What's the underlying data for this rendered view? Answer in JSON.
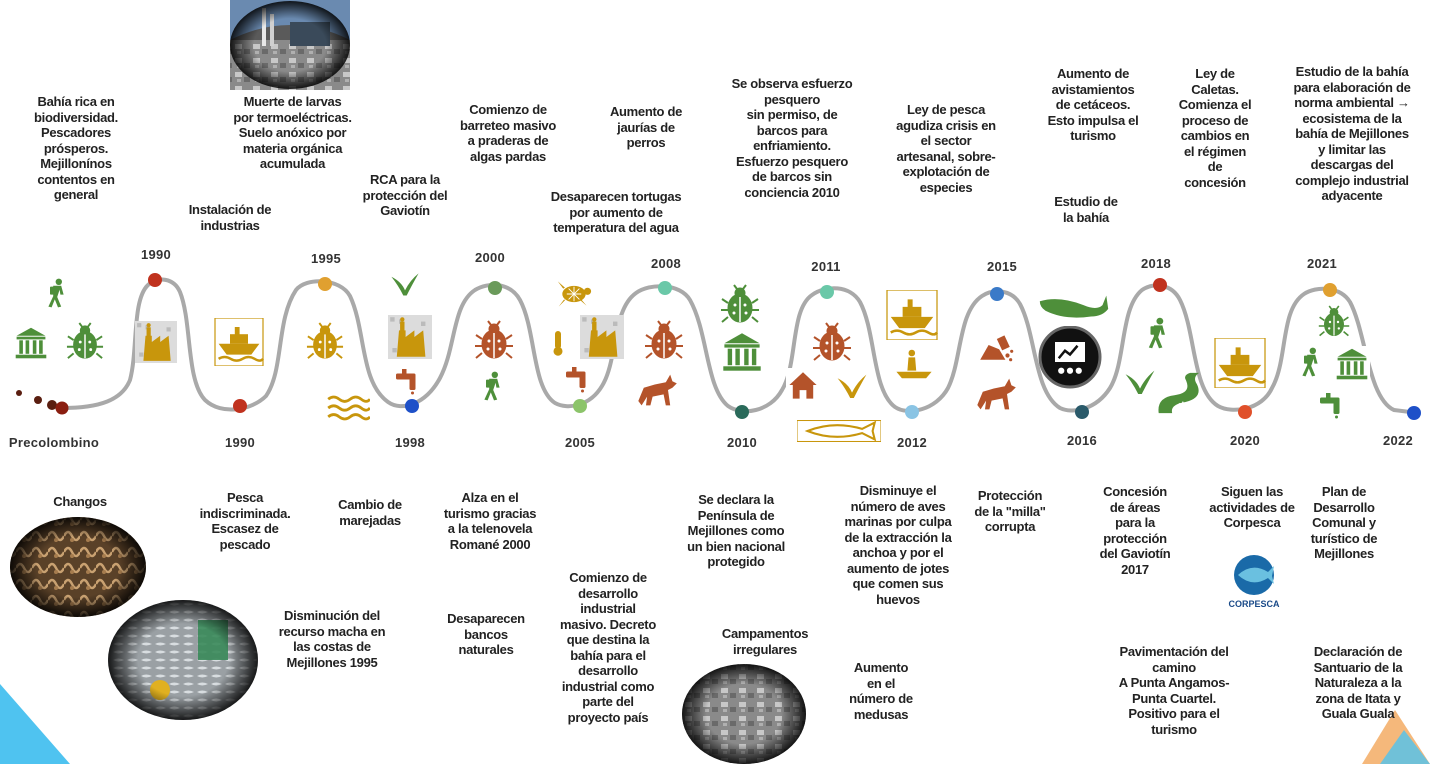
{
  "years_top": [
    "1990",
    "1995",
    "2000",
    "2008",
    "2011",
    "2015",
    "2018",
    "2021"
  ],
  "years_bottom": [
    "Precolombino",
    "1990",
    "1998",
    "2005",
    "2010",
    "2012",
    "2016",
    "2020",
    "2022"
  ],
  "events_top": [
    "Bahía rica en\nbiodiversidad.\nPescadores\nprósperos.\nMejillonínos\ncontentos en\ngeneral",
    "Instalación de\nindustrias",
    "Muerte de larvas\npor termoeléctricas.\nSuelo anóxico por\nmateria orgánica\nacumulada",
    "RCA para la\nprotección del\nGaviotín",
    "Comienzo de\nbarreteo masivo\na praderas de\nalgas pardas",
    "Aumento de\njaurías de\nperros",
    "Desaparecen tortugas\npor aumento de\ntemperatura del agua",
    "Se observa esfuerzo\npesquero\nsin permiso, de\nbarcos para\nenfriamiento.\nEsfuerzo pesquero\nde barcos sin\nconciencia 2010",
    "Ley de pesca\nagudiza crisis en\nel sector\nartesanal, sobre-\nexplotación de\nespecies",
    "Aumento de\navistamientos\nde cetáceos.\nEsto impulsa el\nturismo",
    "Estudio de\nla bahía",
    "Ley de\nCaletas.\nComienza el\nproceso de\ncambios en\nel régimen\nde\nconcesión",
    "Estudio de la bahía\npara elaboración de\nnorma ambiental →\necosistema de la\nbahía de Mejillones\ny limitar las\ndescargas del\ncomplejo industrial\nadyacente"
  ],
  "events_bottom": [
    "Changos",
    "Pesca\nindiscriminada.\nEscasez de\npescado",
    "Disminución del\nrecurso macha en\nlas costas de\nMejillones 1995",
    "Cambio de\nmarejadas",
    "Alza en el\nturismo gracias\na la telenovela\nRomané 2000",
    "Desaparecen\nbancos\nnaturales",
    "Comienzo de\ndesarrollo\nindustrial\nmasivo. Decreto\nque destina la\nbahía para el\ndesarrollo\nindustrial como\nparte del\nproyecto país",
    "Se declara la\nPenínsula de\nMejillones como\nun bien nacional\nprotegido",
    "Campamentos\nirregulares",
    "Disminuye el\nnúmero de aves\nmarinas por culpa\nde la extracción la\nanchoa y por el\naumento de jotes\nque comen sus\nhuevos",
    "Aumento\nen el\nnúmero de\nmedusas",
    "Protección\nde la \"milla\"\ncorrupta",
    "Concesión\nde áreas\npara la\nprotección\ndel Gaviotín\n2017",
    "Siguen las\nactividades de\nCorpesca",
    "Pavimentación del\ncamino\nA Punta Angamos-\nPunta Cuartel.\nPositivo para el\nturismo",
    "Plan de\nDesarrollo\nComunal y\nturístico de\nMejillones",
    "Declaración de\nSantuario de la\nNaturaleza a la\nzona de Itata y\nGuala Guala"
  ],
  "logo_text": "CORPESCA",
  "colors": {
    "timeline": "#a9a9a9",
    "green_icon": "#4e8f3a",
    "orange_icon": "#c8960c",
    "brown_icon": "#b4532a",
    "corner": "#4fc3f0",
    "corner_alt": "#f3a65a"
  },
  "icons": [
    "hiker-icon",
    "museum-icon",
    "beetle-icon",
    "factory-icon",
    "boat-icon",
    "waves-icon",
    "bird-icon",
    "faucet-icon",
    "turtle-icon",
    "thermometer-icon",
    "wolf-icon",
    "house-icon",
    "fish-icon",
    "fisherman-icon",
    "trash-icon",
    "whale-icon",
    "presentation-icon",
    "road-icon"
  ]
}
